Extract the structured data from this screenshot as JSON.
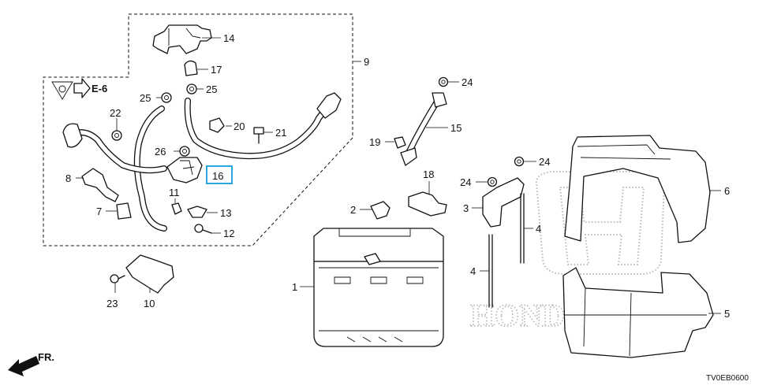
{
  "callouts": {
    "c1": "1",
    "c2": "2",
    "c3": "3",
    "c4a": "4",
    "c4b": "4",
    "c5": "5",
    "c6": "6",
    "c7": "7",
    "c8": "8",
    "c9": "9",
    "c10": "10",
    "c11": "11",
    "c12": "12",
    "c13": "13",
    "c14": "14",
    "c15": "15",
    "c16": "16",
    "c17": "17",
    "c18": "18",
    "c19": "19",
    "c20": "20",
    "c21": "21",
    "c22": "22",
    "c23": "23",
    "c24a": "24",
    "c24b": "24",
    "c24c": "24",
    "c25a": "25",
    "c25b": "25",
    "c26": "26"
  },
  "highlight_color": "#2aa7dc",
  "reference": {
    "label": "E-6"
  },
  "direction": {
    "label": "FR."
  },
  "diagram_code": "TV0EB0600",
  "watermark": {
    "brand": "HONDA"
  }
}
